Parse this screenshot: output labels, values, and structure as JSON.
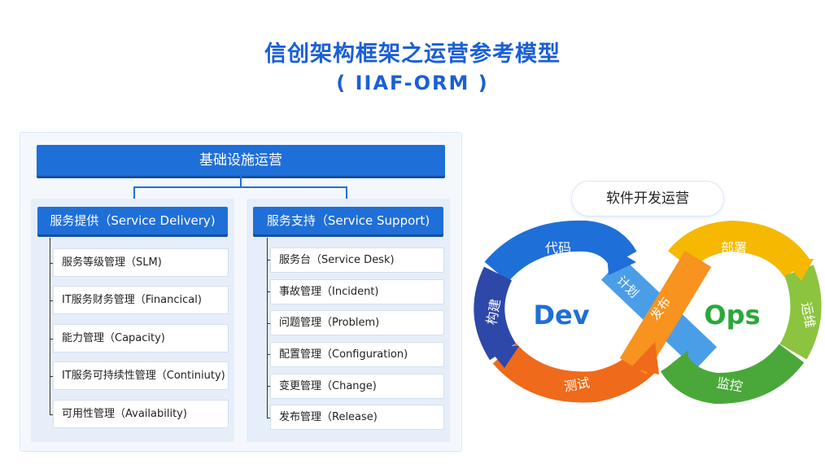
{
  "title": "信创架构框架之运营参考模型",
  "subtitle": "( IIAF-ORM )",
  "infrastructure": {
    "label": "基础设施运营"
  },
  "delivery": {
    "header": "服务提供（Service Delivery)",
    "items": [
      "服务等级管理（SLM)",
      "IT服务财务管理（Financical)",
      "能力管理（Capacity)",
      "IT服务可持续性管理（Continiuty)",
      "可用性管理（Availability)"
    ]
  },
  "support": {
    "header": "服务支持（Service Support)",
    "items": [
      "服务台（Service Desk)",
      "事故管理（Incident)",
      "问题管理（Problem)",
      "配置管理（Configuration)",
      "变更管理（Change)",
      "发布管理（Release)"
    ]
  },
  "devops": {
    "pill_label": "软件开发运营",
    "dev_label": "Dev",
    "ops_label": "Ops",
    "stages": {
      "code": "代码",
      "build": "构建",
      "test": "测试",
      "plan": "计划",
      "release": "发布",
      "deploy": "部署",
      "operate": "运维",
      "monitor": "监控"
    },
    "colors": {
      "code": "#1f6fd8",
      "build": "#2d48a8",
      "test": "#ef6a1a",
      "plan": "#4a9ee8",
      "release": "#f7931e",
      "deploy": "#f6b800",
      "operate": "#8cc43f",
      "monitor": "#4aa83a",
      "dev_text": "#1f6fd8",
      "ops_text": "#2aa83a"
    }
  }
}
